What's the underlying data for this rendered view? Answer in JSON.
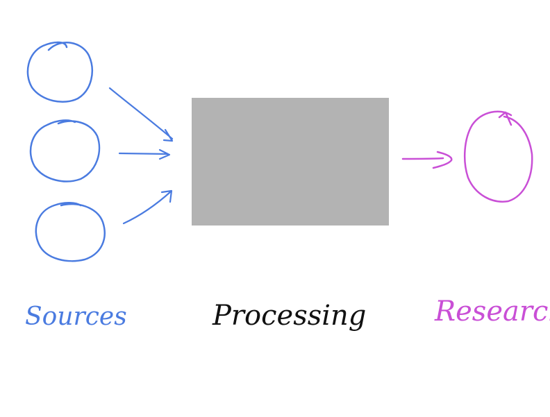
{
  "diagram": {
    "title": "",
    "colors": {
      "sources": "#4a7be0",
      "processing_box": "#b3b3b3",
      "processing_label": "#111111",
      "research": "#c94fd6",
      "background": "#ffffff"
    },
    "nodes": [
      {
        "id": "source-1",
        "shape": "circle",
        "group": "sources"
      },
      {
        "id": "source-2",
        "shape": "circle",
        "group": "sources"
      },
      {
        "id": "source-3",
        "shape": "circle",
        "group": "sources"
      },
      {
        "id": "processing",
        "shape": "rectangle",
        "group": "processing"
      },
      {
        "id": "research",
        "shape": "ellipse",
        "group": "research"
      }
    ],
    "edges": [
      {
        "from": "source-1",
        "to": "processing"
      },
      {
        "from": "source-2",
        "to": "processing"
      },
      {
        "from": "source-3",
        "to": "processing"
      },
      {
        "from": "processing",
        "to": "research"
      }
    ],
    "labels": {
      "sources": "Sources",
      "processing": "Processing",
      "research": "Research"
    }
  }
}
